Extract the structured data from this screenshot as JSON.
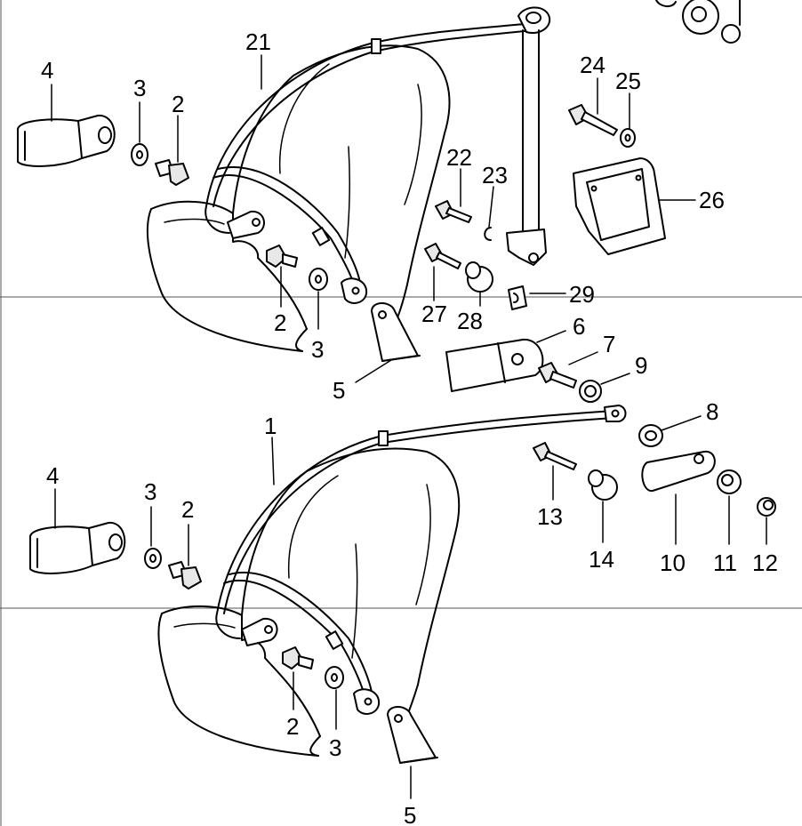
{
  "diagram": {
    "colors": {
      "ink": "#000000",
      "background": "#ffffff",
      "page_rule": "#555555"
    },
    "upper_group": {
      "labels": {
        "l4": "4",
        "l3a": "3",
        "l2a": "2",
        "l21": "21",
        "l24": "24",
        "l25": "25",
        "l22": "22",
        "l23": "23",
        "l26": "26",
        "l2b": "2",
        "l3b": "3",
        "l27": "27",
        "l28": "28",
        "l29": "29",
        "l5": "5",
        "l6": "6",
        "l7": "7",
        "l9": "9"
      }
    },
    "lower_group": {
      "labels": {
        "l8": "8",
        "l1": "1",
        "l4": "4",
        "l3a": "3",
        "l2a": "2",
        "l13": "13",
        "l14": "14",
        "l10": "10",
        "l11": "11",
        "l12": "12",
        "l2b": "2",
        "l3b": "3",
        "l5": "5"
      }
    }
  }
}
